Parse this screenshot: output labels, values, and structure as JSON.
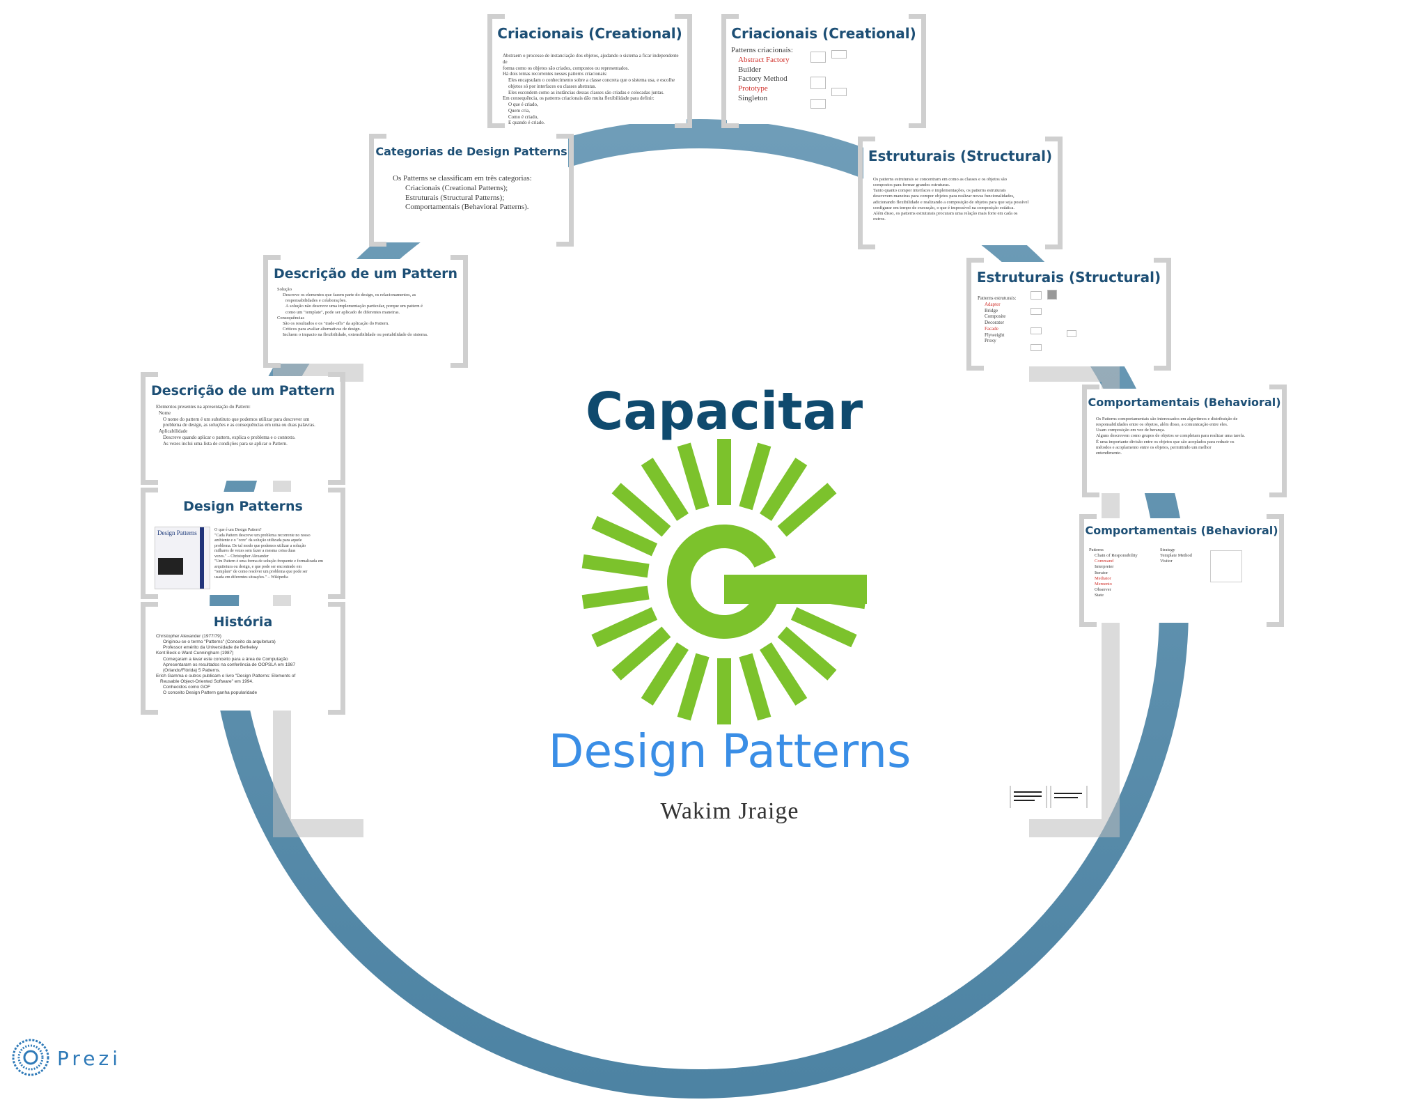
{
  "presentation": {
    "title": "Capacitar",
    "subtitle": "Design Patterns",
    "author": "Wakim Jraige"
  },
  "brand": {
    "label": "Prezi",
    "color": "#2f7ab8"
  },
  "colors": {
    "ring": "#5b8fae",
    "logo_green": "#7cc22c",
    "title_navy": "#0f4a6e",
    "subtitle_blue": "#3a8ee6",
    "frame_gray": "#cfcfcf",
    "accent_red": "#d0302a"
  },
  "frames": {
    "criacionais_1": {
      "title": "Criacionais (Creational)",
      "lines": [
        "Abstraem o processo de instanciação dos objetos, ajudando o sistema a ficar independente de",
        "forma como os objetos são criados, compostos ou representados.",
        "Há dois temas recorrentes nesses patterns criacionais:",
        "Eles encapsulam o conhecimento sobre a classe concreta que o sistema usa, e escolhe",
        "objetos só por interfaces ou classes abstratas.",
        "Eles escondem como as instâncias dessas classes são criadas e colocadas juntas.",
        "Em consequência, os patterns criacionais dão muita flexibilidade para definir:",
        "O que é criado,",
        "Quem cria,",
        "Como é criado,",
        "E quando é criado."
      ]
    },
    "criacionais_2": {
      "title": "Criacionais (Creational)",
      "intro": "Patterns criacionais:",
      "items": [
        {
          "label": "Abstract Factory",
          "highlight": true
        },
        {
          "label": "Builder",
          "highlight": false
        },
        {
          "label": "Factory Method",
          "highlight": false
        },
        {
          "label": "Prototype",
          "highlight": true
        },
        {
          "label": "Singleton",
          "highlight": false
        }
      ]
    },
    "categorias": {
      "title": "Categorias de Design Patterns",
      "intro": "Os Patterns se classificam em três categorias:",
      "items": [
        "Criacionais (Creational Patterns);",
        "Estruturais (Structural Patterns);",
        "Comportamentais (Behavioral Patterns)."
      ]
    },
    "estruturais_1": {
      "title": "Estruturais (Structural)",
      "lines": [
        "Os patterns estruturais se concentram em como as classes e os objetos são",
        "compostos para formar grandes estruturas.",
        "Tanto quanto compor interfaces e implementações, os patterns estruturais",
        "descrevem maneiras para compor objetos para realizar novas funcionalidades,",
        "adicionando flexibilidade e realizando a composição de objetos para que seja possível",
        "configurar em tempo de execução, o que é impossível na composição estática.",
        "Além disso, os patterns estruturais procuram uma relação mais forte em cada os",
        "outros."
      ]
    },
    "estruturais_2": {
      "title": "Estruturais (Structural)",
      "intro": "Patterns estruturais:",
      "items": [
        {
          "label": "Adapter",
          "highlight": true
        },
        {
          "label": "Bridge",
          "highlight": false
        },
        {
          "label": "Composite",
          "highlight": false
        },
        {
          "label": "Decorator",
          "highlight": false
        },
        {
          "label": "Facade",
          "highlight": true
        },
        {
          "label": "Flyweight",
          "highlight": false
        },
        {
          "label": "Proxy",
          "highlight": false
        }
      ]
    },
    "descricao_1": {
      "title": "Descrição de um Pattern",
      "lines": [
        "Solução",
        "Descreve os elementos que fazem parte do design, os relacionamentos, as",
        "responsabilidades e colaborações.",
        "A solução não descreve uma implementação particular, porque um pattern é",
        "como um \"template\", pode ser aplicado de diferentes maneiras.",
        "Consequências",
        "São os resultados e os \"trade-offs\" da aplicação do Pattern.",
        "Críticos para avaliar alternativas de design.",
        "Incluem o impacto na flexibilidade, extensibilidade ou portabilidade do sistema."
      ]
    },
    "descricao_2": {
      "title": "Descrição de um Pattern",
      "lines": [
        "Elementos presentes na apresentação do Pattern:",
        "Nome",
        "O nome do pattern é um substituto que podemos utilizar para descrever um",
        "problema de design, as soluções e as consequências em uma ou duas palavras.",
        "Aplicabilidade",
        "Descreve quando aplicar o pattern, explica o problema e o contexto.",
        "As vezes inclui uma lista de condições para se aplicar o Pattern."
      ]
    },
    "comportamentais_1": {
      "title": "Comportamentais (Behavioral)",
      "lines": [
        "Os Patterns comportamentais são interessados em algoritmos e distribuição de",
        "responsabilidades entre os objetos, além disso, a comunicação entre eles.",
        "Usam composição em vez de herança.",
        "Alguns descrevem como grupos de objetos se completam para realizar uma tarefa.",
        "É uma importante divisão entre os objetos que são acoplados para reduzir os",
        "métodos e acoplamento entre os objetos, permitindo um melhor",
        "entendimento."
      ]
    },
    "comportamentais_2": {
      "title": "Comportamentais (Behavioral)",
      "intro": "Patterns",
      "items_left": [
        {
          "label": "Chain of Responsibility",
          "highlight": false
        },
        {
          "label": "Command",
          "highlight": true
        },
        {
          "label": "Interpreter",
          "highlight": false
        },
        {
          "label": "Iterator",
          "highlight": false
        },
        {
          "label": "Mediator",
          "highlight": true
        },
        {
          "label": "Memento",
          "highlight": true
        },
        {
          "label": "Observer",
          "highlight": false
        },
        {
          "label": "State",
          "highlight": false
        }
      ],
      "items_right": [
        "Strategy",
        "Template Method",
        "Visitor"
      ]
    },
    "design_patterns": {
      "title": "Design Patterns",
      "book_title": "Design Patterns",
      "lines": [
        "O que é um Design Pattern?",
        "\"Cada Pattern descreve um problema recorrente no nosso",
        "ambiente e o \"core\" da solução utilizada para aquele",
        "problema. De tal modo que podemos utilizar a solução",
        "milhares de vezes sem fazer a mesma coisa duas",
        "vezes.\" – Christopher Alexander",
        "\"Um Pattern é uma forma de solução frequente e formalizada em",
        "arquitetura ou design, e que pode ser encontrado em",
        "\"template\" de como resolver um problema que pode ser",
        "usada em diferentes situações.\" – Wikipedia"
      ]
    },
    "historia": {
      "title": "História",
      "lines": [
        "Christopher Alexander (1977/79)",
        "Originou-se o termo \"Patterns\" (Conceito da arquitetura)",
        "Professor emérito da Universidade de Berkeley",
        "Kent Beck e Ward Cunningham (1987)",
        "Começaram a levar este conceito para a área de Computação",
        "Apresentaram os resultados na conferência de OOPSLA em 1987",
        "(Orlando/Flórida) 5 Patterns.",
        "Erich Gamma e outros publicam o livro \"Design Patterns: Elements of",
        "Reusable Object-Oriented Software\" em 1994.",
        "Conhecidos como GOF",
        "O conceito Design Pattern ganha popularidade"
      ]
    }
  }
}
